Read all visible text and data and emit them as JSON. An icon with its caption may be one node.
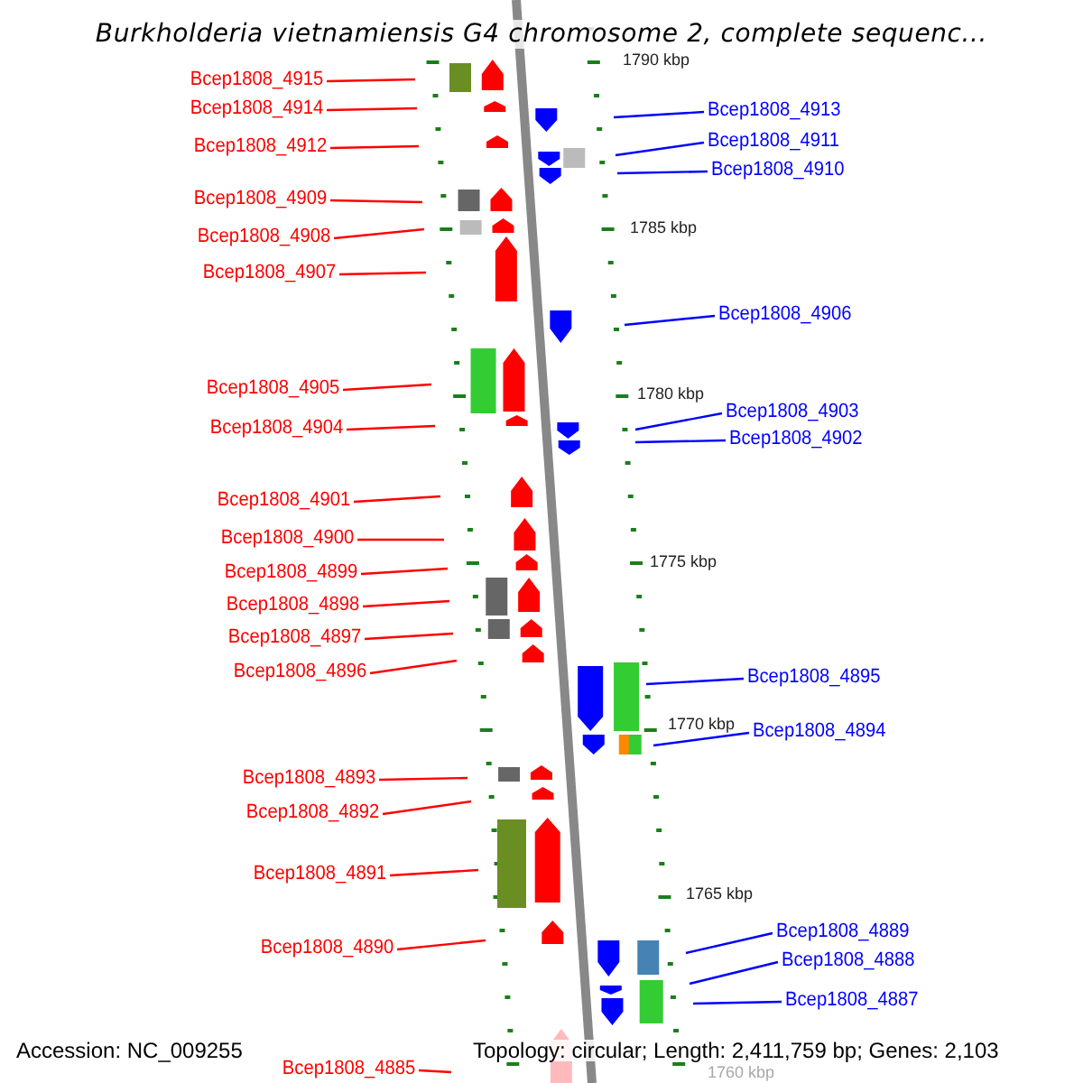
{
  "diagram": {
    "title": "Burkholderia vietnamiensis G4 chromosome 2, complete sequenc...",
    "nodes": [
      {
        "text": [
          "Bcep1808_4915"
        ]
      },
      {
        "text": [
          "Bcep1808_4914"
        ]
      },
      {
        "text": [
          "Bcep1808_4913"
        ]
      },
      {
        "text": [
          "Bcep1808_4911"
        ]
      },
      {
        "text": [
          "Bcep1808_4912"
        ]
      },
      {
        "text": [
          "Bcep1808_4910"
        ]
      },
      {
        "text": [
          "Bcep1808_4909"
        ]
      },
      {
        "text": [
          "Bcep1808_4908"
        ]
      },
      {
        "text": [
          "Bcep1808_4907"
        ]
      },
      {
        "text": [
          "Bcep1808_4906"
        ]
      },
      {
        "text": [
          "Bcep1808_4905"
        ]
      },
      {
        "text": [
          "Bcep1808_4903"
        ]
      },
      {
        "text": [
          "Bcep1808_4904"
        ]
      },
      {
        "text": [
          "Bcep1808_4902"
        ]
      },
      {
        "text": [
          "Bcep1808_4901"
        ]
      },
      {
        "text": [
          "Bcep1808_4900"
        ]
      },
      {
        "text": [
          "Bcep1808_4899"
        ]
      },
      {
        "text": [
          "Bcep1808_4898"
        ]
      },
      {
        "text": [
          "Bcep1808_4897"
        ]
      },
      {
        "text": [
          "Bcep1808_4896"
        ]
      },
      {
        "text": [
          "Bcep1808_4895"
        ]
      },
      {
        "text": [
          "Bcep1808_4894"
        ]
      },
      {
        "text": [
          "Bcep1808_4893"
        ]
      },
      {
        "text": [
          "Bcep1808_4892"
        ]
      },
      {
        "text": [
          "Bcep1808_4891"
        ]
      },
      {
        "text": [
          "Bcep1808_4889"
        ]
      },
      {
        "text": [
          "Bcep1808_4890"
        ]
      },
      {
        "text": [
          "Bcep1808_4888"
        ]
      },
      {
        "text": [
          "Bcep1808_4887"
        ]
      },
      {
        "text": [
          "Bcep1808_4885"
        ]
      }
    ],
    "edges": [
      {
        "from": 0,
        "to": null,
        "arrow": "none"
      },
      {
        "from": 1,
        "to": null,
        "arrow": "none"
      },
      {
        "from": 2,
        "to": null,
        "arrow": "none",
        "color": "#0000ff"
      },
      {
        "from": 3,
        "to": null,
        "arrow": "none",
        "color": "#0000ff"
      },
      {
        "from": 4,
        "to": null,
        "arrow": "none"
      },
      {
        "from": 5,
        "to": null,
        "arrow": "none",
        "color": "#0000ff"
      },
      {
        "from": 6,
        "to": null,
        "arrow": "none"
      },
      {
        "from": 7,
        "to": null,
        "arrow": "none"
      },
      {
        "from": 8,
        "to": null,
        "arrow": "none"
      },
      {
        "from": 9,
        "to": null,
        "arrow": "none",
        "color": "#0000ff"
      },
      {
        "from": 10,
        "to": null,
        "arrow": "none"
      },
      {
        "from": 11,
        "to": null,
        "arrow": "none",
        "color": "#0000ff"
      },
      {
        "from": 12,
        "to": null,
        "arrow": "none"
      },
      {
        "from": 13,
        "to": null,
        "arrow": "none",
        "color": "#0000ff"
      },
      {
        "from": 14,
        "to": null,
        "arrow": "none"
      },
      {
        "from": 15,
        "to": null,
        "arrow": "none"
      },
      {
        "from": 16,
        "to": null,
        "arrow": "none"
      },
      {
        "from": 17,
        "to": null,
        "arrow": "none"
      },
      {
        "from": 18,
        "to": null,
        "arrow": "none"
      },
      {
        "from": 19,
        "to": null,
        "arrow": "none"
      },
      {
        "from": 20,
        "to": null,
        "arrow": "none",
        "color": "#0000ff"
      },
      {
        "from": 21,
        "to": null,
        "arrow": "none",
        "color": "#0000ff"
      },
      {
        "from": 22,
        "to": null,
        "arrow": "none"
      },
      {
        "from": 23,
        "to": null,
        "arrow": "none"
      },
      {
        "from": 24,
        "to": null,
        "arrow": "none"
      },
      {
        "from": 25,
        "to": null,
        "arrow": "none",
        "color": "#0000ff"
      },
      {
        "from": 26,
        "to": null,
        "arrow": "none"
      },
      {
        "from": 27,
        "to": null,
        "arrow": "none",
        "color": "#0000ff"
      },
      {
        "from": 28,
        "to": null,
        "arrow": "none",
        "color": "#0000ff"
      },
      {
        "from": 29,
        "to": null,
        "arrow": "none"
      }
    ],
    "labels": [
      "1790 kbp",
      "1785 kbp",
      "1780 kbp",
      "1775 kbp",
      "1770 kbp",
      "1765 kbp",
      "Accession: NC_009255",
      "Topology: circular; Length: 2,411,759 bp; Genes: 2,103",
      "1760 kbp"
    ]
  }
}
